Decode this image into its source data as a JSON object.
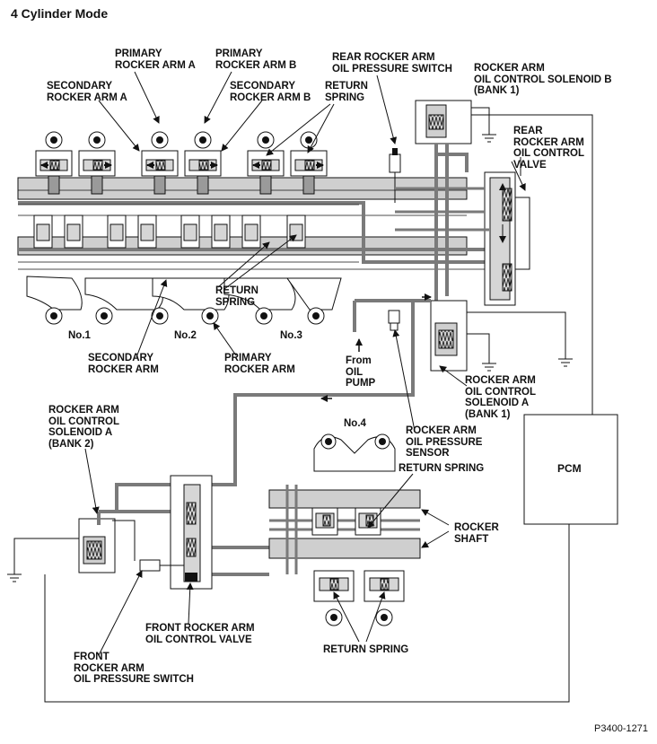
{
  "title": "4 Cylinder Mode",
  "figure_code": "P3400-1271",
  "labels": {
    "primary_rocker_arm_a": [
      "PRIMARY",
      "ROCKER ARM A"
    ],
    "primary_rocker_arm_b": [
      "PRIMARY",
      "ROCKER ARM B"
    ],
    "secondary_rocker_arm_a": [
      "SECONDARY",
      "ROCKER ARM A"
    ],
    "secondary_rocker_arm_b": [
      "SECONDARY",
      "ROCKER ARM B"
    ],
    "return_spring_top": [
      "RETURN",
      "SPRING"
    ],
    "rear_pressure_switch": [
      "REAR ROCKER ARM",
      "OIL PRESSURE SWITCH"
    ],
    "solenoid_b_bank1": [
      "ROCKER ARM",
      "OIL CONTROL SOLENOID B",
      "(BANK 1)"
    ],
    "rear_control_valve": [
      "REAR",
      "ROCKER ARM",
      "OIL CONTROL",
      "VALVE"
    ],
    "return_spring_mid": [
      "RETURN",
      "SPRING"
    ],
    "secondary_rocker_arm": [
      "SECONDARY",
      "ROCKER ARM"
    ],
    "primary_rocker_arm": [
      "PRIMARY",
      "ROCKER ARM"
    ],
    "cyl1": [
      "No.1"
    ],
    "cyl2": [
      "No.2"
    ],
    "cyl3": [
      "No.3"
    ],
    "cyl4": [
      "No.4"
    ],
    "from_oil_pump": [
      "From",
      "OIL",
      "PUMP"
    ],
    "solenoid_a_bank1": [
      "ROCKER ARM",
      "OIL CONTROL",
      "SOLENOID A",
      "(BANK 1)"
    ],
    "solenoid_a_bank2": [
      "ROCKER ARM",
      "OIL CONTROL",
      "SOLENOID A",
      "(BANK 2)"
    ],
    "pressure_sensor": [
      "ROCKER ARM",
      "OIL PRESSURE",
      "SENSOR"
    ],
    "return_spring_lower": [
      "RETURN SPRING"
    ],
    "pcm": [
      "PCM"
    ],
    "rocker_shaft": [
      "ROCKER",
      "SHAFT"
    ],
    "front_control_valve": [
      "FRONT ROCKER ARM",
      "OIL CONTROL VALVE"
    ],
    "front_pressure_switch": [
      "FRONT",
      "ROCKER ARM",
      "OIL PRESSURE SWITCH"
    ],
    "return_spring_bottom": [
      "RETURN SPRING"
    ]
  }
}
